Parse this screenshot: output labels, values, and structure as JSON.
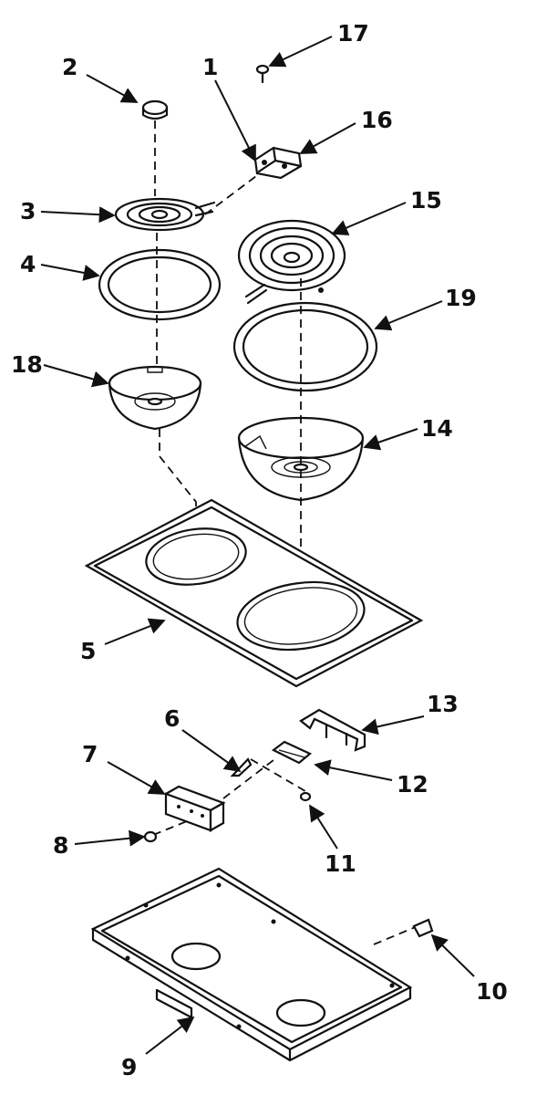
{
  "callouts": {
    "c1": "1",
    "c2": "2",
    "c3": "3",
    "c4": "4",
    "c5": "5",
    "c6": "6",
    "c7": "7",
    "c8": "8",
    "c9": "9",
    "c10": "10",
    "c11": "11",
    "c12": "12",
    "c13": "13",
    "c14": "14",
    "c15": "15",
    "c16": "16",
    "c17": "17",
    "c18": "18",
    "c19": "19"
  },
  "colors": {
    "ink": "#111111",
    "paper": "#ffffff"
  }
}
